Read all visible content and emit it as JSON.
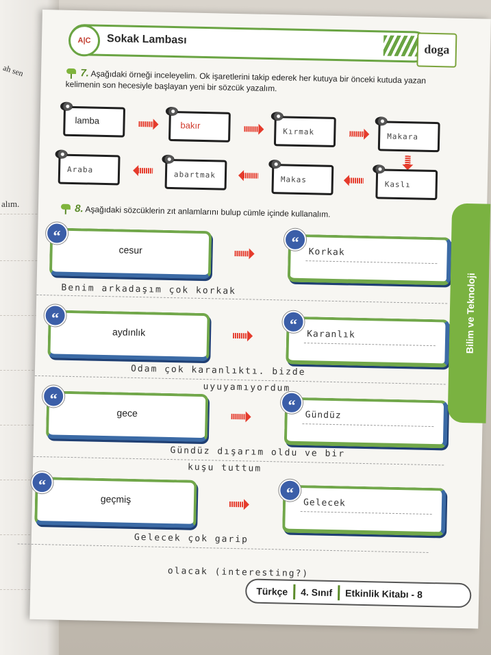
{
  "header": {
    "title": "Sokak Lambası",
    "icon": "abc-icon",
    "logo": "doga"
  },
  "q7": {
    "number": "7.",
    "text": "Aşağıdaki örneği inceleyelim. Ok işaretlerini takip ederek her kutuya bir önceki kutuda yazan kelimenin son hecesiyle başlayan yeni bir sözcük yazalım.",
    "row1": [
      "lamba",
      "bakır",
      "Kırmak",
      "Makara"
    ],
    "row2": [
      "Araba",
      "abartmak",
      "Makas",
      "Kaslı"
    ]
  },
  "q8": {
    "number": "8.",
    "text": "Aşağıdaki sözcüklerin zıt anlamlarını bulup cümle içinde kullanalım.",
    "pairs": [
      {
        "word": "cesur",
        "answer": "Korkak",
        "sentence": [
          "Benim arkadaşım çok korkak"
        ]
      },
      {
        "word": "aydınlık",
        "answer": "Karanlık",
        "sentence": [
          "Odam çok karanlıktı. bizde",
          "uyuyamıyordum"
        ]
      },
      {
        "word": "gece",
        "answer": "Gündüz",
        "sentence": [
          "Gündüz dışarım oldu ve bir",
          "kuşu tuttum"
        ]
      },
      {
        "word": "geçmiş",
        "answer": "Gelecek",
        "sentence": [
          "Gelecek çok garip",
          "olacak (interesting?)"
        ]
      }
    ]
  },
  "side_tab": "Bilim ve Teknoloji",
  "footer": {
    "subject": "Türkçe",
    "grade": "4. Sınıf",
    "book": "Etkinlik Kitabı - 8"
  },
  "prev_page": {
    "top": "ah sen",
    "mid": "alım."
  },
  "colors": {
    "green": "#71a74a",
    "blue": "#3b6aa5",
    "red": "#e53b2c"
  }
}
